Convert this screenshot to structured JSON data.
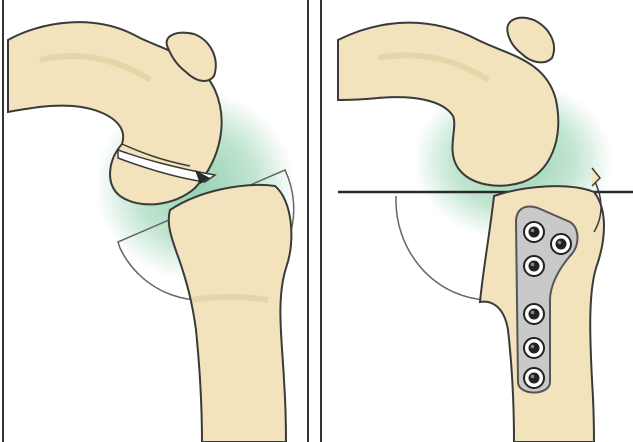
{
  "figure": {
    "panels": [
      {
        "id": "left",
        "content": "knee-joint-before-osteotomy"
      },
      {
        "id": "right",
        "content": "knee-joint-after-osteotomy-with-plate-fixation"
      }
    ],
    "colors": {
      "background": "#ffffff",
      "bone_fill": "#f2e3bd",
      "bone_outline": "#3a3a3a",
      "bone_shade": "#e4cf9e",
      "cartilage_glow": "#8fcfab",
      "plate_fill": "#c9c9c9",
      "plate_outline": "#555555",
      "screw_fill": "#222222",
      "frame": "#333333",
      "wedge_line": "#666666"
    },
    "icons": [
      "femur-icon",
      "patella-icon",
      "tibia-icon",
      "osteotomy-wedge-icon",
      "fixation-plate-icon",
      "screw-icon"
    ],
    "screw_count": 6
  }
}
